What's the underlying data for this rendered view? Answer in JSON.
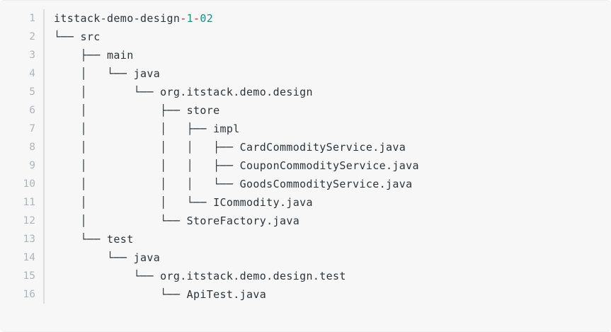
{
  "code_block": {
    "language": "plaintext",
    "background_color": "#f7f7f7",
    "gutter_color": "#b0b4ba",
    "text_color": "#2f3336",
    "punct_color": "#a2272a",
    "number_color": "#1a8f82",
    "line_count": 16,
    "title_line": {
      "name": "itstack-demo-design",
      "dash_1": "-",
      "version_major": "1",
      "dash_2": "-",
      "version_minor": "02"
    },
    "lines": [
      {
        "num": "1",
        "text": ""
      },
      {
        "num": "2",
        "text": "└── src"
      },
      {
        "num": "3",
        "text": "    ├── main"
      },
      {
        "num": "4",
        "text": "    │   └── java"
      },
      {
        "num": "5",
        "text": "    │       └── org.itstack.demo.design"
      },
      {
        "num": "6",
        "text": "    │           ├── store"
      },
      {
        "num": "7",
        "text": "    │           │   ├── impl"
      },
      {
        "num": "8",
        "text": "    │           │   │   ├── CardCommodityService.java"
      },
      {
        "num": "9",
        "text": "    │           │   │   ├── CouponCommodityService.java"
      },
      {
        "num": "10",
        "text": "    │           │   │   └── GoodsCommodityService.java"
      },
      {
        "num": "11",
        "text": "    │           │   └── ICommodity.java"
      },
      {
        "num": "12",
        "text": "    │           └── StoreFactory.java"
      },
      {
        "num": "13",
        "text": "    └── test"
      },
      {
        "num": "14",
        "text": "        └── java"
      },
      {
        "num": "15",
        "text": "            └── org.itstack.demo.design.test"
      },
      {
        "num": "16",
        "text": "                └── ApiTest.java"
      }
    ]
  }
}
